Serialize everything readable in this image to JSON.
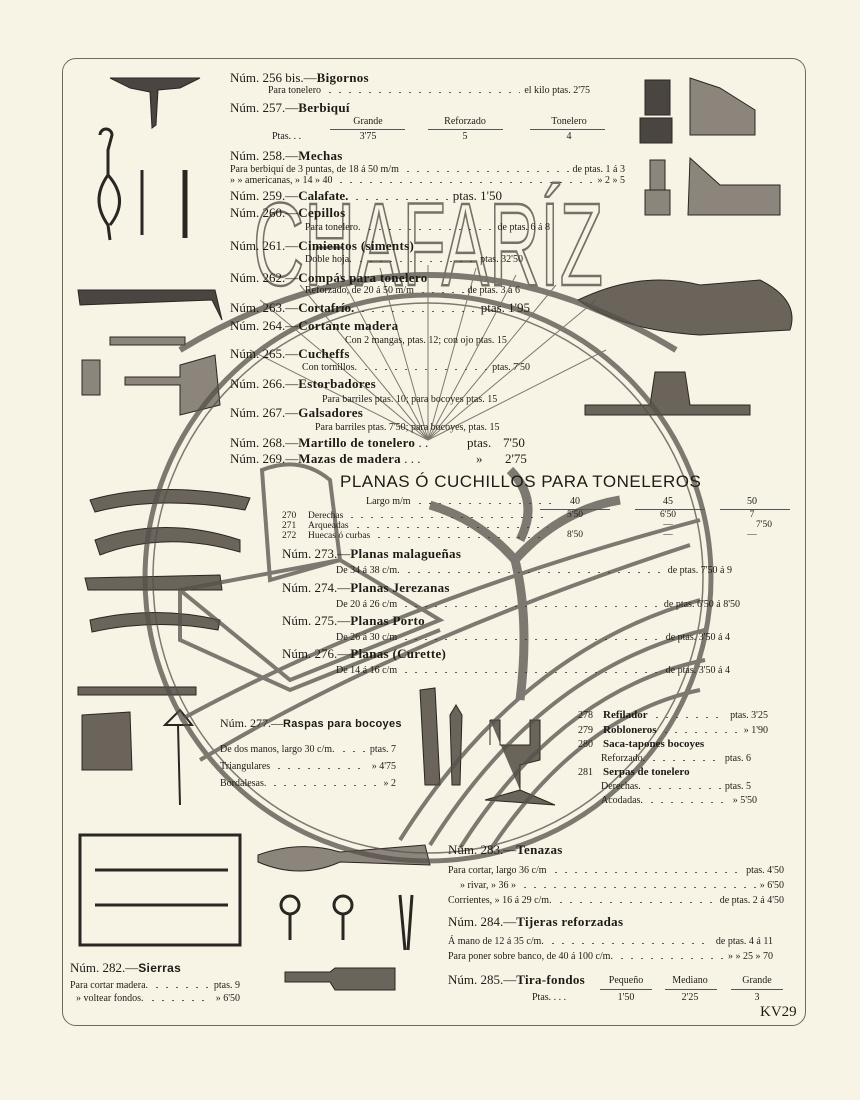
{
  "items": {
    "i256": {
      "num": "Núm. 256 bis.—",
      "name": "Bigornos",
      "lines": [
        {
          "left": "Para tonelero",
          "right": "el kilo ptas. 2'75"
        }
      ]
    },
    "i257": {
      "num": "Núm. 257.—",
      "name": "Berbiquí",
      "cols": [
        "Grande",
        "Reforzado",
        "Tonelero"
      ],
      "row_label": "Ptas. . .",
      "values": [
        "3'75",
        "5",
        "4"
      ]
    },
    "i258": {
      "num": "Núm. 258.—",
      "name": "Mechas",
      "lines": [
        {
          "left": "Para berbiquí de 3 puntas, de 18 á 50 m/m",
          "right": "de ptas. 1 á 3"
        },
        {
          "left": "»      »      americanas, » 14 » 40",
          "right": "»     2 » 5"
        }
      ]
    },
    "i259": {
      "num": "Núm. 259.—",
      "name": "Calafate.",
      "right": "ptas. 1'50"
    },
    "i260": {
      "num": "Núm. 260.—",
      "name": "Cepillos",
      "lines": [
        {
          "left": "Para tonelero.",
          "right": "de ptas. 6 á 8"
        }
      ]
    },
    "i261": {
      "num": "Núm. 261.—",
      "name": "Cimientos (siments)",
      "lines": [
        {
          "left": "Doble hoja.",
          "right": "ptas. 32'50"
        }
      ]
    },
    "i262": {
      "num": "Núm. 262.—",
      "name": "Compás para tonelero",
      "lines": [
        {
          "left": "Reforzado, de 20 á 50 m/m",
          "right": "de ptas. 3 á 6"
        }
      ]
    },
    "i263": {
      "num": "Núm. 263.—",
      "name": "Cortafrío.",
      "right": "ptas. 1'95"
    },
    "i264": {
      "num": "Núm. 264.—",
      "name": "Cortante madera",
      "sub": "Con 2 mangas, ptas. 12; con ojo ptas. 15"
    },
    "i265": {
      "num": "Núm. 265.—",
      "name": "Cucheffs",
      "lines": [
        {
          "left": "Con tornillos.",
          "right": "ptas. 7'50"
        }
      ]
    },
    "i266": {
      "num": "Núm. 266.—",
      "name": "Estorbadores",
      "sub": "Para barriles ptas. 10; para bocoyes ptas. 15"
    },
    "i267": {
      "num": "Núm. 267.—",
      "name": "Galsadores",
      "sub": "Para barriles ptas. 7'50; para bocoyes, ptas. 15"
    },
    "i268": {
      "num": "Núm. 268.—",
      "name": "Martillo de tonelero",
      "dots": ". .",
      "unit": "ptas.",
      "price": "7'50"
    },
    "i269": {
      "num": "Núm. 269.—",
      "name": "Mazas de madera",
      "dots": ". . .",
      "unit": "»",
      "price": "2'75"
    }
  },
  "planas": {
    "title": "PLANAS Ó CUCHILLOS PARA TONELEROS",
    "header_label": "Largo m/m",
    "cols": [
      "40",
      "45",
      "50"
    ],
    "rows": [
      {
        "num": "270",
        "name": "Derechas",
        "values": [
          "5'50",
          "6'50",
          "7"
        ]
      },
      {
        "num": "271",
        "name": "Arqueadas",
        "values": [
          "",
          "—",
          "7'50"
        ]
      },
      {
        "num": "272",
        "name": "Huecas ó curbas",
        "values": [
          "8'50",
          "—",
          "—"
        ]
      }
    ]
  },
  "items2": {
    "i273": {
      "num": "Núm. 273.—",
      "name": "Planas malagueñas",
      "left": "De 34 á 38 c/m.",
      "right": "de ptas. 7'50 á 9"
    },
    "i274": {
      "num": "Núm. 274.—",
      "name": "Planas Jerezanas",
      "left": "De 20 á 26 c/m",
      "right": "de ptas. 6'50 á 8'50"
    },
    "i275": {
      "num": "Núm. 275.—",
      "name": "Planas Porto",
      "left": "De 26 á 30 c/m",
      "right": "de ptas. 3'50 á 4"
    },
    "i276": {
      "num": "Núm. 276.—",
      "name": "Planas (Curette)",
      "left": "De 14 á 16 c/m",
      "right": "de ptas. 3'50 á 4"
    },
    "i277": {
      "num": "Núm. 277.—",
      "name": "Raspas para bocoyes",
      "lines": [
        {
          "left": "De dos manos, largo 30 c/m.",
          "right": "ptas. 7"
        },
        {
          "left": "Triangulares",
          "right": "»   4'75"
        },
        {
          "left": "Bordalesas.",
          "right": "»   2"
        }
      ]
    },
    "i278": {
      "num": "278",
      "name": "Refilador",
      "right": "ptas. 3'25"
    },
    "i279": {
      "num": "279",
      "name": "Robloneros",
      "right": "»   1'90"
    },
    "i280": {
      "num": "280",
      "name": "Saca-tapones bocoyes",
      "lines": [
        {
          "left": "Reforzado.",
          "right": "ptas. 6"
        }
      ]
    },
    "i281": {
      "num": "281",
      "name": "Serpas de tonelero",
      "lines": [
        {
          "left": "Derechas.",
          "right": "ptas. 5"
        },
        {
          "left": "Acodadas.",
          "right": "»   5'50"
        }
      ]
    },
    "i282": {
      "num": "Núm. 282.—",
      "name": "Sierras",
      "lines": [
        {
          "left": "Para cortar madera.",
          "right": "ptas. 9"
        },
        {
          "left": "»  voltear fondos.",
          "right": "»   6'50"
        }
      ]
    },
    "i283": {
      "num": "Núm. 283.—",
      "name": "Tenazas",
      "lines": [
        {
          "left": "Para cortar, largo 36 c/m",
          "right": "ptas.   4'50"
        },
        {
          "left": "»  rivar,  »   36  »",
          "right": "»      6'50"
        },
        {
          "left": "Corrientes,  »   16 á 29 c/m.",
          "right": "de ptas.  2 á  4'50"
        }
      ]
    },
    "i284": {
      "num": "Núm. 284.—",
      "name": "Tijeras reforzadas",
      "lines": [
        {
          "left": "Á mano de 12 á 35 c/m.",
          "right": "de ptas.  4 á 11"
        },
        {
          "left": "Para poner sobre banco, de 40 á 100 c/m.",
          "right": "»    »   25 » 70"
        }
      ]
    },
    "i285": {
      "num": "Núm. 285.—",
      "name": "Tira-fondos",
      "cols": [
        "Pequeño",
        "Mediano",
        "Grande"
      ],
      "row_label": "Ptas. . . .",
      "values": [
        "1'50",
        "2'25",
        "3"
      ]
    }
  },
  "page_code": "KV29",
  "watermark": {
    "text": "CHAFARÍZ"
  }
}
